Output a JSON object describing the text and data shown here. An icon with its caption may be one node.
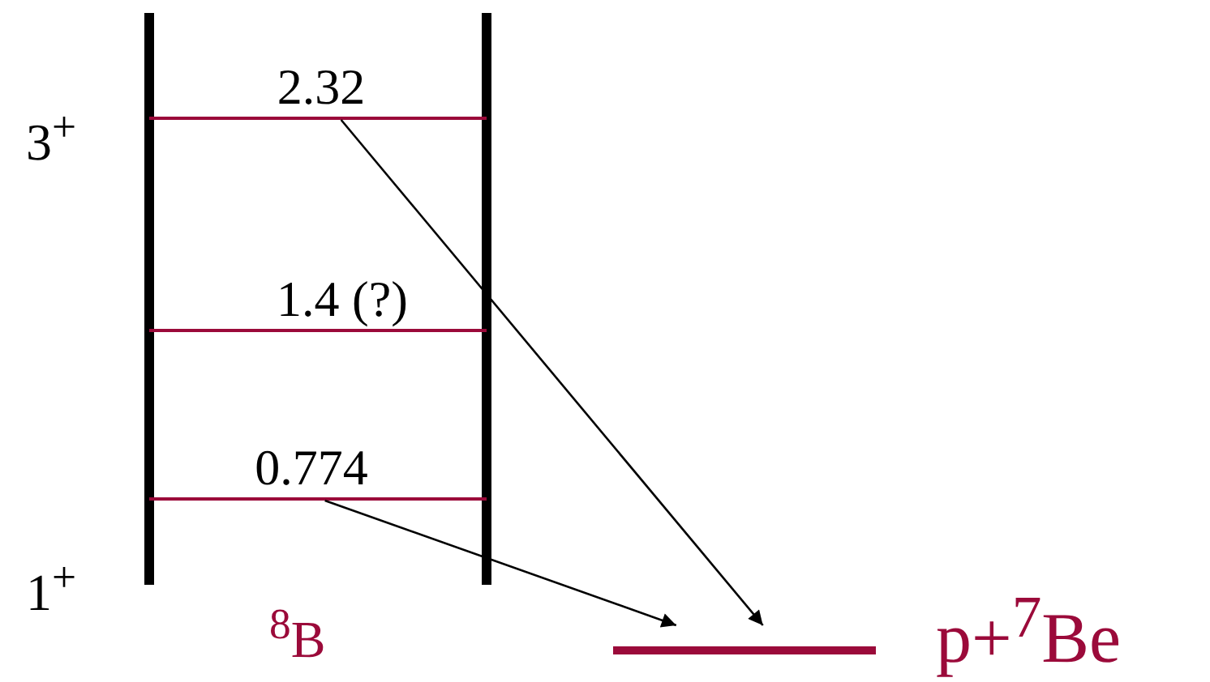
{
  "diagram": {
    "nodes": [
      {
        "text": [
          "2.32"
        ]
      },
      {
        "text": [
          "1.4 (?)"
        ]
      },
      {
        "text": [
          "0.774"
        ]
      },
      {
        "text": [],
        "shape": "bar",
        "beside": [
          "p+$^{7}$Be"
        ]
      }
    ],
    "edges": [
      {
        "from": 0,
        "to": 3,
        "arrow": "to"
      },
      {
        "from": 2,
        "to": 3,
        "arrow": "to"
      }
    ],
    "labels": [
      "3$^{+}$",
      "1$^{+}$",
      "$^{8}$B"
    ]
  }
}
